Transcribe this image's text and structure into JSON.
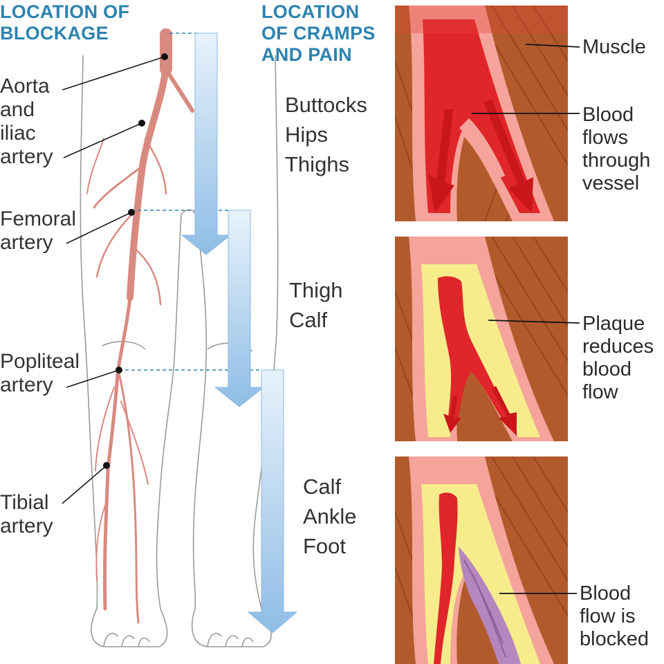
{
  "headers": {
    "blockage": [
      "LOCATION OF",
      "BLOCKAGE"
    ],
    "cramps": [
      "LOCATION",
      "OF CRAMPS",
      "AND PAIN"
    ]
  },
  "arteries": [
    {
      "name": "aorta-iliac",
      "lines": [
        "Aorta",
        "and",
        "iliac",
        "artery"
      ]
    },
    {
      "name": "femoral",
      "lines": [
        "Femoral",
        "artery"
      ]
    },
    {
      "name": "popliteal",
      "lines": [
        "Popliteal",
        "artery"
      ]
    },
    {
      "name": "tibial",
      "lines": [
        "Tibial",
        "artery"
      ]
    }
  ],
  "pain_groups": [
    {
      "name": "upper",
      "lines": [
        "Buttocks",
        "Hips",
        "Thighs"
      ]
    },
    {
      "name": "middle",
      "lines": [
        "Thigh",
        "Calf"
      ]
    },
    {
      "name": "lower",
      "lines": [
        "Calf",
        "Ankle",
        "Foot"
      ]
    }
  ],
  "panels": [
    {
      "name": "normal",
      "labels": [
        {
          "name": "muscle",
          "lines": [
            "Muscle"
          ]
        },
        {
          "name": "blood-flows",
          "lines": [
            "Blood",
            "flows",
            "through",
            "vessel"
          ]
        }
      ]
    },
    {
      "name": "plaque",
      "labels": [
        {
          "name": "plaque-reduces",
          "lines": [
            "Plaque",
            "reduces",
            "blood",
            "flow"
          ]
        }
      ]
    },
    {
      "name": "blocked",
      "labels": [
        {
          "name": "blood-blocked",
          "lines": [
            "Blood",
            "flow is",
            "blocked"
          ]
        }
      ]
    }
  ],
  "colors": {
    "header_blue": "#2d82b0",
    "artery_red": "#d98a80",
    "muscle_brown": "#b35a2c",
    "vessel_pink": "#f4a49a",
    "blood_red": "#e0262a",
    "plaque_yellow": "#f6ec8c",
    "clot_purple": "#b686bf",
    "arrow_blue": "#9fc8ea"
  }
}
